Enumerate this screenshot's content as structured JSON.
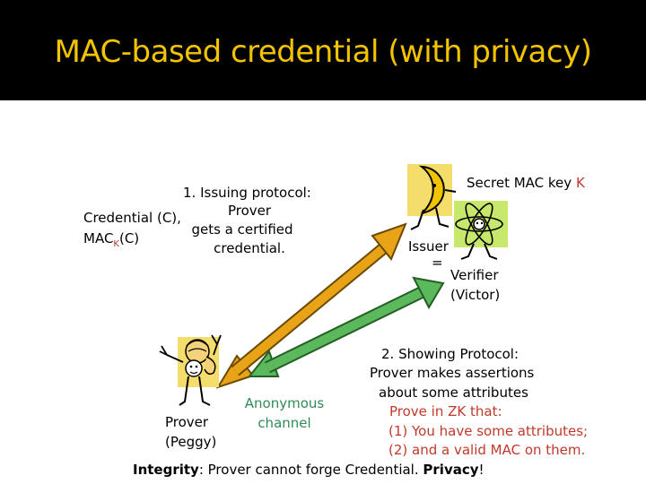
{
  "title": "MAC-based credential (with privacy)",
  "issuing": {
    "heading": "1. Issuing protocol:",
    "lines": [
      "Prover",
      "gets a certified",
      "credential."
    ]
  },
  "credential": {
    "line1": "Credential (C),",
    "mac_prefix": "MAC",
    "mac_sub": "K",
    "mac_suffix": "(C)"
  },
  "secret": {
    "text": "Secret MAC key",
    "key": "K"
  },
  "issuer": {
    "label": "Issuer",
    "equals": "="
  },
  "verifier": {
    "label": "Verifier",
    "name": "(Victor)"
  },
  "prover": {
    "label": "Prover",
    "name": "(Peggy)"
  },
  "channel": {
    "line1": "Anonymous",
    "line2": "channel"
  },
  "showing": {
    "heading": "2. Showing Protocol:",
    "lines": [
      "Prover makes assertions",
      "about some attributes",
      "Prove in ZK that:",
      "(1) You have some attributes;",
      "(2) and a valid MAC on them."
    ]
  },
  "footer": {
    "integrity_label": "Integrity",
    "integrity_text": ": Prover cannot forge Credential.",
    "privacy_label": "Privacy",
    "privacy_end": "!"
  },
  "colors": {
    "title": "#f3c300",
    "key": "#c0392b",
    "orange_arrow": "#e8a317",
    "green_arrow": "#5cb85c"
  }
}
